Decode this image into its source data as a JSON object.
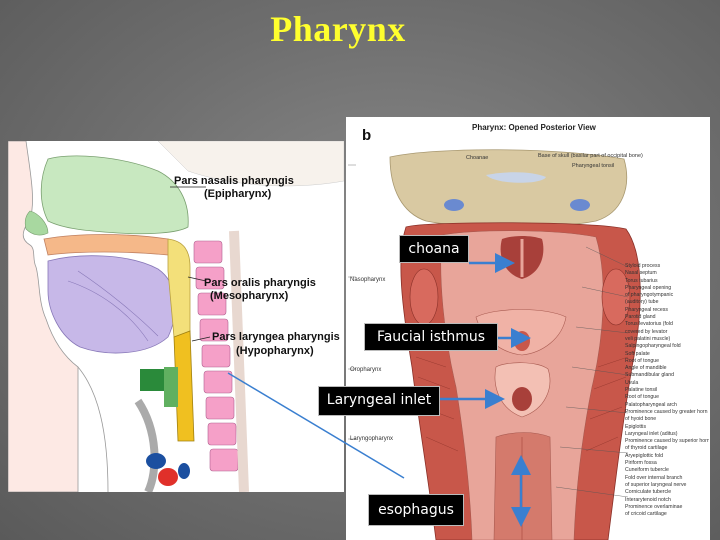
{
  "slide": {
    "title": "Pharynx"
  },
  "left_diagram": {
    "labels": {
      "nasal_1": "Pars nasalis pharyngis",
      "nasal_2": "(Epipharynx)",
      "oral_1": "Pars oralis pharyngis",
      "oral_2": "(Mesopharynx)",
      "laryngeal_1": "Pars laryngea pharyngis",
      "laryngeal_2": "(Hypopharynx)"
    },
    "colors": {
      "nasal": "#c8e8c0",
      "oral": "#f3e07a",
      "laryngeal": "#f0c020",
      "vertebrae": "#f5a0c8",
      "tongue": "#c7b8e8"
    }
  },
  "right_figure": {
    "panel_letter": "b",
    "heading": "Pharynx: Opened Posterior View",
    "top_labels": {
      "choanae": "Choanae",
      "base_skull": "Base of skull (basilar part of occipital bone)",
      "pharyngeal_tonsil": "Pharyngeal tonsil"
    },
    "side_labels": {
      "nasopharynx": "Nasopharynx",
      "oropharynx": "Oropharynx",
      "laryngopharynx": "Laryngopharynx"
    },
    "right_labels": [
      "Styloid process",
      "Nasal septum",
      "Torus tubarius",
      "Pharyngeal opening",
      "of pharyngotympanic",
      "(auditory) tube",
      "Pharyngeal recess",
      "Parotid gland",
      "Torus levatorius (fold",
      "covered by levator",
      "veli palatini muscle)",
      "Salpingopharyngeal fold",
      "Soft palate",
      "Root of tongue",
      "Angle of mandible",
      "Submandibular gland",
      "Uvula",
      "Palatine tonsil",
      "Root of tongue",
      "Palatopharyngeal arch",
      "Prominence caused by greater horn",
      "of hyoid bone",
      "Epiglottis",
      "Laryngeal inlet (aditus)",
      "Prominence caused by superior horn",
      "of thyroid cartilage",
      "Aryepiglottic fold",
      "Piriform fossa",
      "Cuneiform tubercle",
      "Fold over internal branch",
      "of superior laryngeal nerve",
      "Corniculate tubercle",
      "Interarytenoid notch",
      "Prominence overlaminae",
      "of cricoid cartilage"
    ],
    "colors": {
      "bone": "#d9c9a2",
      "muscle": "#c8574a",
      "mucosa": "#e8a59a",
      "lumen": "#a8403a"
    }
  },
  "callouts": {
    "choana": "choana",
    "faucial": "Faucial isthmus",
    "laryngeal": "Laryngeal inlet",
    "esophagus": "esophagus"
  },
  "arrow_color": "#3a7fd0"
}
